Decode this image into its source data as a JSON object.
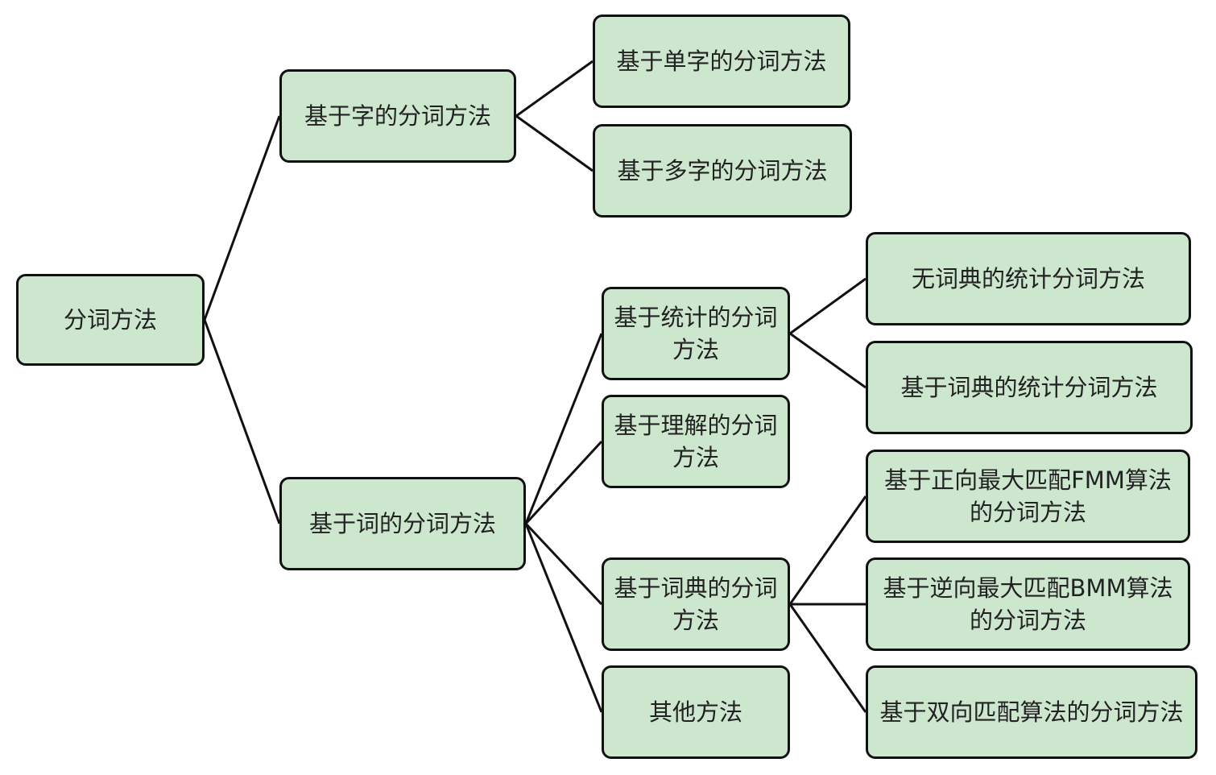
{
  "nodes": {
    "root": "分词方法",
    "a": "基于字的分词方法",
    "a1": "基于单字的分词方法",
    "a2": "基于多字的分词方法",
    "b": "基于词的分词方法",
    "b1": "基于统计的分词方法",
    "b2": "基于理解的分词方法",
    "b3": "基于词典的分词方法",
    "b4": "其他方法",
    "c1": "无词典的统计分词方法",
    "c2": "基于词典的统计分词方法",
    "d1": "基于正向最大匹配FMM算法的分词方法",
    "d2": "基于逆向最大匹配BMM算法的分词方法",
    "d3": "基于双向匹配算法的分词方法"
  },
  "edges": [
    [
      "root",
      "a"
    ],
    [
      "root",
      "b"
    ],
    [
      "a",
      "a1"
    ],
    [
      "a",
      "a2"
    ],
    [
      "b",
      "b1"
    ],
    [
      "b",
      "b2"
    ],
    [
      "b",
      "b3"
    ],
    [
      "b",
      "b4"
    ],
    [
      "b1",
      "c1"
    ],
    [
      "b1",
      "c2"
    ],
    [
      "b3",
      "d1"
    ],
    [
      "b3",
      "d2"
    ],
    [
      "b3",
      "d3"
    ]
  ],
  "colors": {
    "node_fill": "#cde7cf",
    "border": "#111111"
  }
}
